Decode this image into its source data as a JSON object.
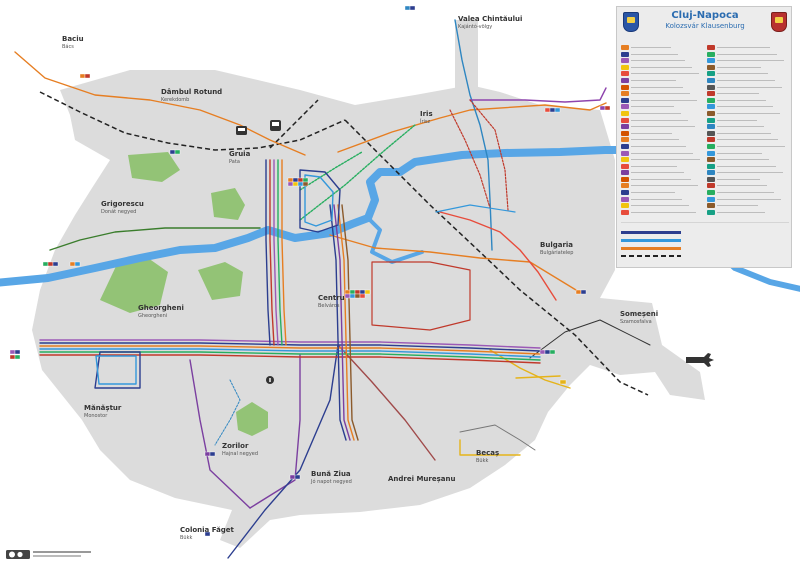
{
  "legend": {
    "title": "Cluj-Napoca",
    "subtitle": "Kolozsvár  Klausenburg"
  },
  "districts": [
    {
      "id": "baciu",
      "name": "Baciu",
      "sub": "Bács"
    },
    {
      "id": "dambul",
      "name": "Dâmbul Rotund",
      "sub": "Kerekdomb"
    },
    {
      "id": "valea",
      "name": "Valea Chintăului",
      "sub": "Kajántó-völgy"
    },
    {
      "id": "iris",
      "name": "Iris",
      "sub": "Írisz"
    },
    {
      "id": "grigorescu",
      "name": "Grigorescu",
      "sub": "Donát negyed"
    },
    {
      "id": "gruia",
      "name": "Gruia",
      "sub": "Pata"
    },
    {
      "id": "bulgaria",
      "name": "Bulgaria",
      "sub": "Bulgáriatelep"
    },
    {
      "id": "centru",
      "name": "Centru",
      "sub": "Belváros"
    },
    {
      "id": "gheorgheni",
      "name": "Gheorgheni",
      "sub": "Gheorgheni"
    },
    {
      "id": "somesul",
      "name": "Someșeni",
      "sub": "Szamosfalva"
    },
    {
      "id": "manastur",
      "name": "Mănăștur",
      "sub": "Monostor"
    },
    {
      "id": "zorilor",
      "name": "Zorilor",
      "sub": "Hajnal negyed"
    },
    {
      "id": "buna",
      "name": "Bună Ziua",
      "sub": "Jó napot negyed"
    },
    {
      "id": "andrei",
      "name": "Andrei Mureșanu",
      "sub": ""
    },
    {
      "id": "becas",
      "name": "Becaș",
      "sub": "Bükk"
    },
    {
      "id": "faget",
      "name": "Colonia Făget",
      "sub": "Bükk"
    }
  ],
  "colors": {
    "river": "#58a6e6",
    "urban": "#dcdcdc",
    "park": "#93c376",
    "railway": "#222222"
  },
  "icons": [
    "bus-icon",
    "train-icon",
    "airplane-icon",
    "crest-icon",
    "license-badge-icon"
  ]
}
